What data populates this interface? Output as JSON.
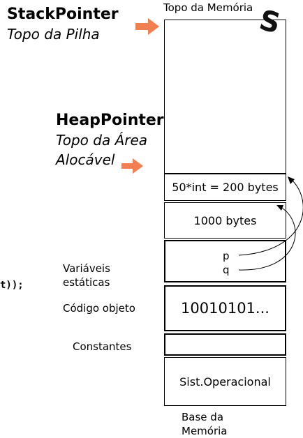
{
  "stack_pointer": {
    "title": "StackPointer",
    "subtitle": "Topo da Pilha"
  },
  "heap_pointer": {
    "title": "HeapPointer",
    "subtitle_line1": "Topo da Área",
    "subtitle_line2": "Alocável"
  },
  "top_label": "Topo da Memória",
  "watermark": "S",
  "code_fragment": "t));",
  "memory_blocks": {
    "block_200": "50*int = 200 bytes",
    "block_1000": "1000 bytes",
    "var_p": "p",
    "var_q": "q",
    "object_code": "10010101...",
    "os": "Sist.Operacional"
  },
  "side_labels": {
    "static_vars_1": "Variáveis",
    "static_vars_2": "estáticas",
    "object_code": "Código objeto",
    "constants": "Constantes"
  },
  "bottom_label": {
    "line1": "Base da",
    "line2": "Memória"
  },
  "colors": {
    "arrow": "#f08050"
  }
}
